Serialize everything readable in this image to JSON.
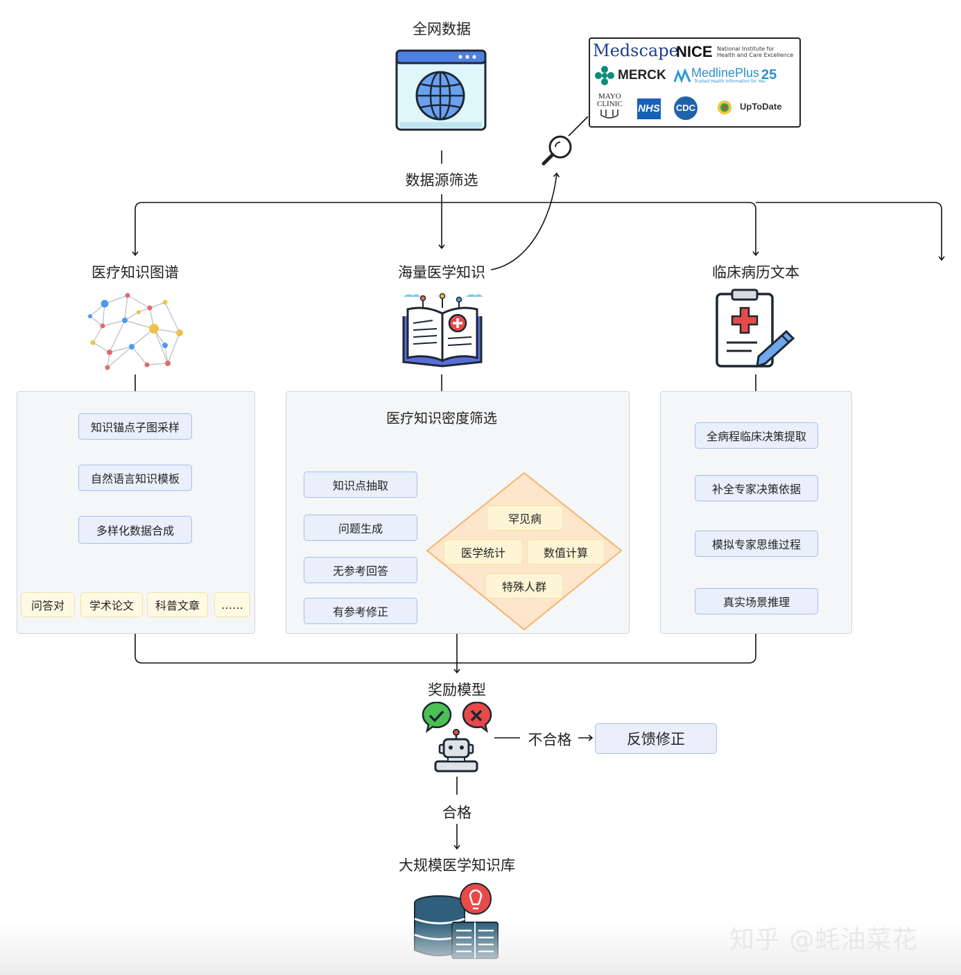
{
  "top": {
    "source_label": "全网数据",
    "filter_label": "数据源筛选"
  },
  "sources_callout": {
    "logos": {
      "medscape": "Medscape",
      "nice": "NICE",
      "nice_sub1": "National Institute for",
      "nice_sub2": "Health and Care Excellence",
      "merck": "MERCK",
      "medlineplus": "MedlinePlus",
      "medlineplus_sub": "Trusted Health Information for You",
      "years": "25",
      "mayo1": "MAYO",
      "mayo2": "CLINIC",
      "nhs": "NHS",
      "cdc": "CDC",
      "uptodate": "UpToDate"
    }
  },
  "branches": {
    "kg": {
      "title": "医疗知识图谱",
      "steps": [
        "知识锚点子图采样",
        "自然语言知识模板",
        "多样化数据合成"
      ],
      "outputs": [
        "问答对",
        "学术论文",
        "科普文章",
        "……"
      ]
    },
    "med": {
      "title": "海量医学知识",
      "filter": "医疗知识密度筛选",
      "steps": [
        "知识点抽取",
        "问题生成",
        "无参考回答",
        "有参考修正"
      ],
      "diamond": [
        "罕见病",
        "医学统计",
        "数值计算",
        "特殊人群"
      ]
    },
    "clinical": {
      "title": "临床病历文本",
      "steps": [
        "全病程临床决策提取",
        "补全专家决策依据",
        "模拟专家思维过程",
        "真实场景推理"
      ]
    }
  },
  "reward": {
    "title": "奖励模型",
    "fail": "不合格",
    "feedback": "反馈修正",
    "pass": "合格"
  },
  "final": {
    "title": "大规模医学知识库"
  },
  "watermark": "知乎 @蚝油菜花"
}
